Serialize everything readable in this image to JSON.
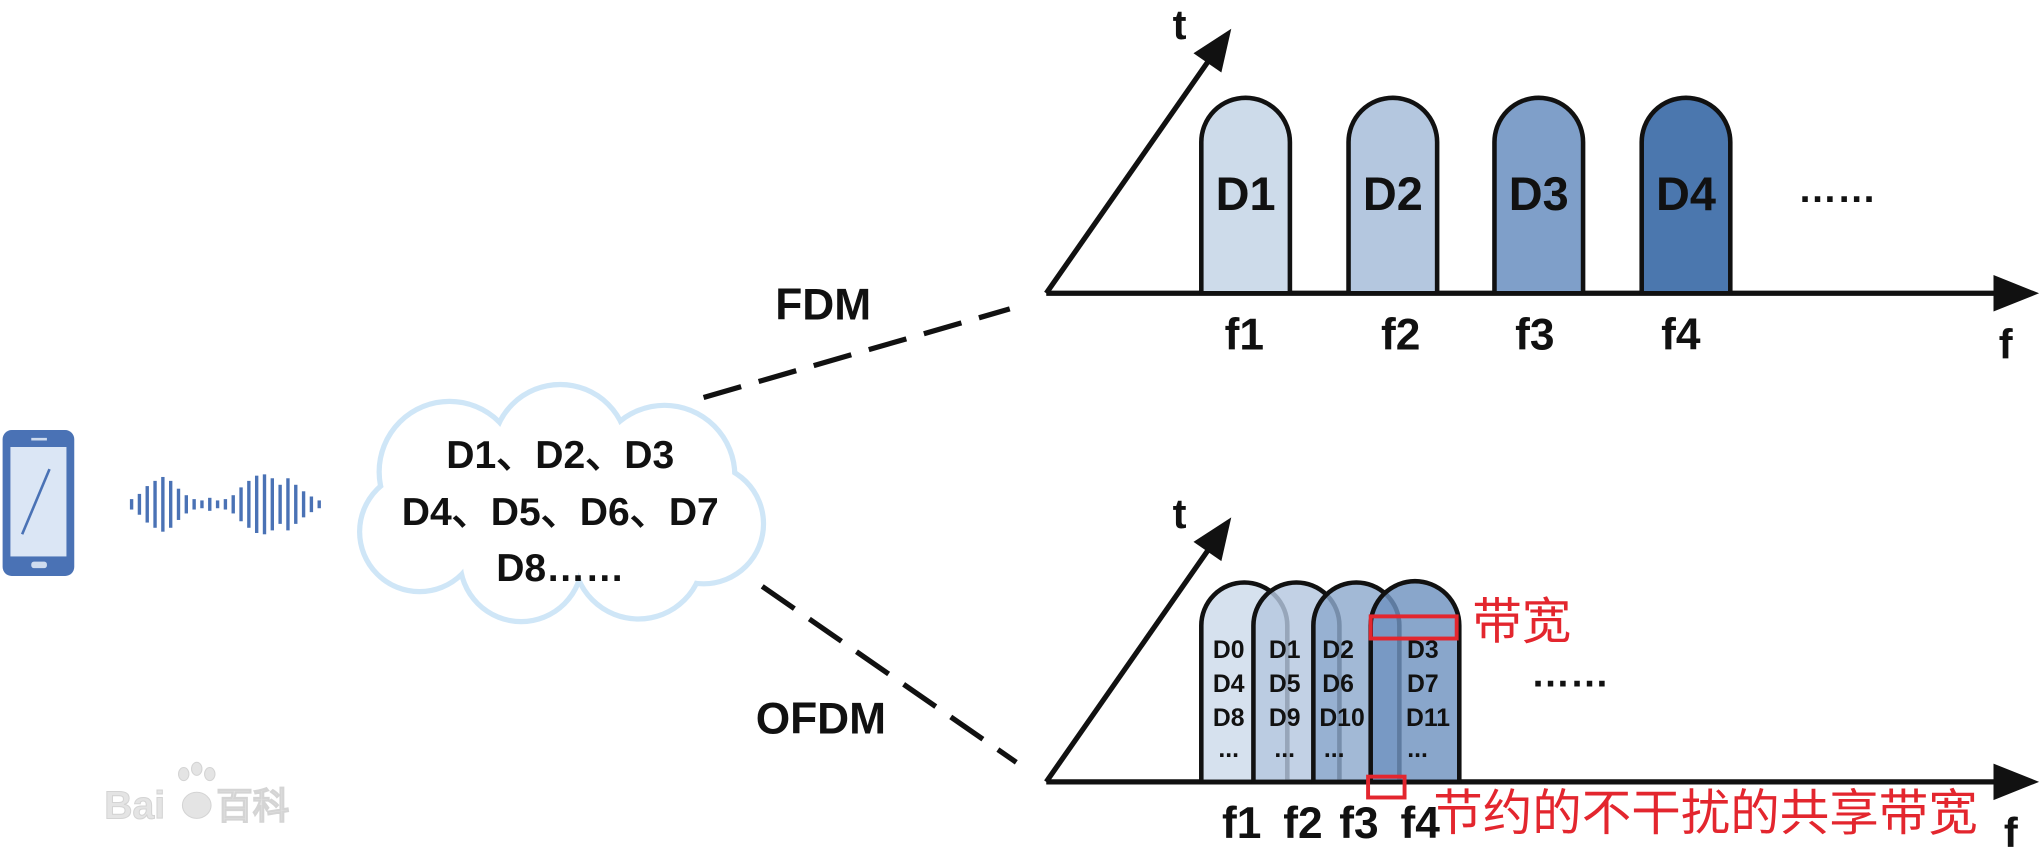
{
  "device": {
    "icon": "smartphone-icon",
    "wave_icon": "sound-wave-icon",
    "color": "#4a72b5"
  },
  "cloud": {
    "line1": "D1、D2、D3",
    "line2": "D4、D5、D6、D7",
    "line3": "D8……",
    "stroke_color": "#cfe6f7"
  },
  "branches": {
    "fdm": "FDM",
    "ofdm": "OFDM"
  },
  "fdm": {
    "t_axis": "t",
    "f_axis": "f",
    "more": "……",
    "bars": [
      {
        "label": "D1",
        "freq": "f1",
        "color": "#cddbea"
      },
      {
        "label": "D2",
        "freq": "f2",
        "color": "#b4c7df"
      },
      {
        "label": "D3",
        "freq": "f3",
        "color": "#7f9fc9"
      },
      {
        "label": "D4",
        "freq": "f4",
        "color": "#4b77ae"
      }
    ]
  },
  "ofdm": {
    "t_axis": "t",
    "f_axis": "f",
    "more": "……",
    "bars": [
      {
        "lines": [
          "D0",
          "D4",
          "D8",
          "..."
        ],
        "freq": "f1",
        "color": "#cddbea"
      },
      {
        "lines": [
          "D1",
          "D5",
          "D9",
          "..."
        ],
        "freq": "f2",
        "color": "#b4c7df"
      },
      {
        "lines": [
          "D2",
          "D6",
          "D10",
          "..."
        ],
        "freq": "f3",
        "color": "#8ea9cd"
      },
      {
        "lines": [
          "D3",
          "D7",
          "D11",
          "..."
        ],
        "freq": "f4",
        "color": "#6f92c0"
      }
    ],
    "bandwidth_label": "带宽",
    "saving_label": "节约的不干扰的共享带宽",
    "highlight_color": "#e3262e"
  },
  "watermark": {
    "text": "Bai",
    "text_cn": "百科"
  }
}
